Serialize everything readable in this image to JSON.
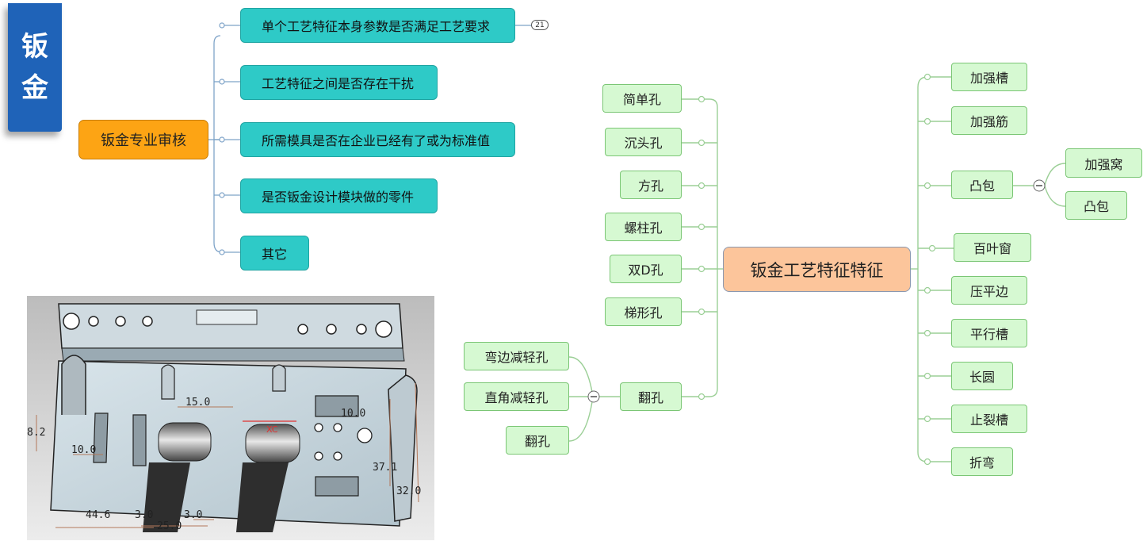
{
  "title": {
    "line1": "钣",
    "line2": "金"
  },
  "review": {
    "root": "钣金专业审核",
    "items": [
      "单个工艺特征本身参数是否满足工艺要求",
      "工艺特征之间是否存在干扰",
      "所需模具是否在企业已经有了或为标准值",
      "是否钣金设计模块做的零件",
      "其它"
    ],
    "badge": "21"
  },
  "features": {
    "root": "钣金工艺特征特征",
    "holes": [
      "简单孔",
      "沉头孔",
      "方孔",
      "螺柱孔",
      "双D孔",
      "梯形孔"
    ],
    "flange": {
      "label": "翻孔",
      "children": [
        "弯边减轻孔",
        "直角减轻孔",
        "翻孔"
      ]
    },
    "right": [
      "加强槽",
      "加强筋",
      "凸包",
      "百叶窗",
      "压平边",
      "平行槽",
      "长圆",
      "止裂槽",
      "折弯"
    ],
    "boss_children": [
      "加强窝",
      "凸包"
    ]
  },
  "cad": {
    "dims": [
      "15.0",
      "10.0",
      "44.6",
      "3.0",
      "25.0",
      "3.0",
      "10.0",
      "8.2",
      "XC",
      "37.1",
      "32.0"
    ]
  }
}
